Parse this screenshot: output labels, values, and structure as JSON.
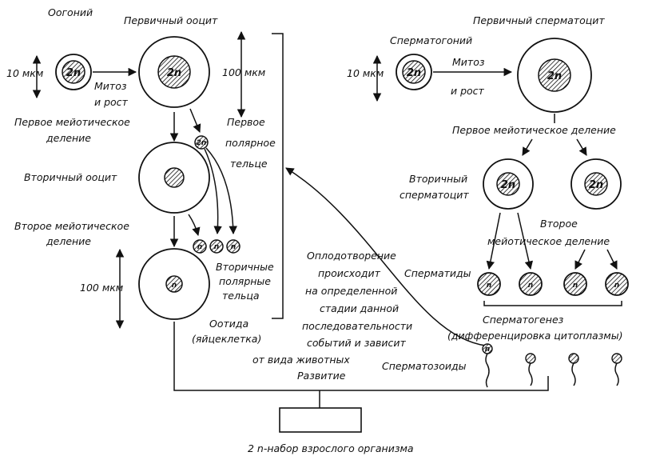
{
  "labels": {
    "oogonium": "Оогоний",
    "primary_oocyte": "Первичный ооцит",
    "size_10_left": "10 мкм",
    "size_100_top": "100 мкм",
    "mitosis_left": "Митоз",
    "growth_left": "и рост",
    "first_meiotic_l1": "Первое мейотическое",
    "first_meiotic_l2": "деление",
    "first_polar_l1": "Первое",
    "first_polar_l2": "полярное",
    "first_polar_l3": "тельце",
    "secondary_oocyte": "Вторичный ооцит",
    "second_meiotic_l1": "Второе мейотическое",
    "second_meiotic_l2": "деление",
    "size_100_bottom": "100 мкм",
    "secondary_polar_l1": "Вторичные",
    "secondary_polar_l2": "полярные",
    "secondary_polar_l3": "тельца",
    "ootid_l1": "Оотида",
    "ootid_l2": "(яйцеклетка)",
    "fert_l1": "Оплодотворение",
    "fert_l2": "происходит",
    "fert_l3": "на определенной",
    "fert_l4": "стадии данной",
    "fert_l5": "последовательности",
    "fert_l6": "событий и зависит",
    "fert_l7": "от вида животных",
    "development": "Развитие",
    "result": "2 n-набор взрослого организма",
    "spermatogonium": "Сперматогоний",
    "primary_spermatocyte": "Первичный сперматоцит",
    "size_10_right": "10 мкм",
    "mitosis_right": "Митоз",
    "growth_right": "и рост",
    "first_meiotic_right": "Первое мейотическое деление",
    "secondary_spermatocyte_l1": "Вторичный",
    "secondary_spermatocyte_l2": "сперматоцит",
    "second_meiotic_right_l1": "Второе",
    "second_meiotic_right_l2": "мейотическое деление",
    "spermatids": "Сперматиды",
    "spermatogenesis_l1": "Сперматогенез",
    "spermatogenesis_l2": "(дифференцировка цитоплазмы)",
    "spermatozoa": "Сперматозоиды"
  },
  "ploidy": {
    "diploid": "2n",
    "haploid": "n"
  }
}
